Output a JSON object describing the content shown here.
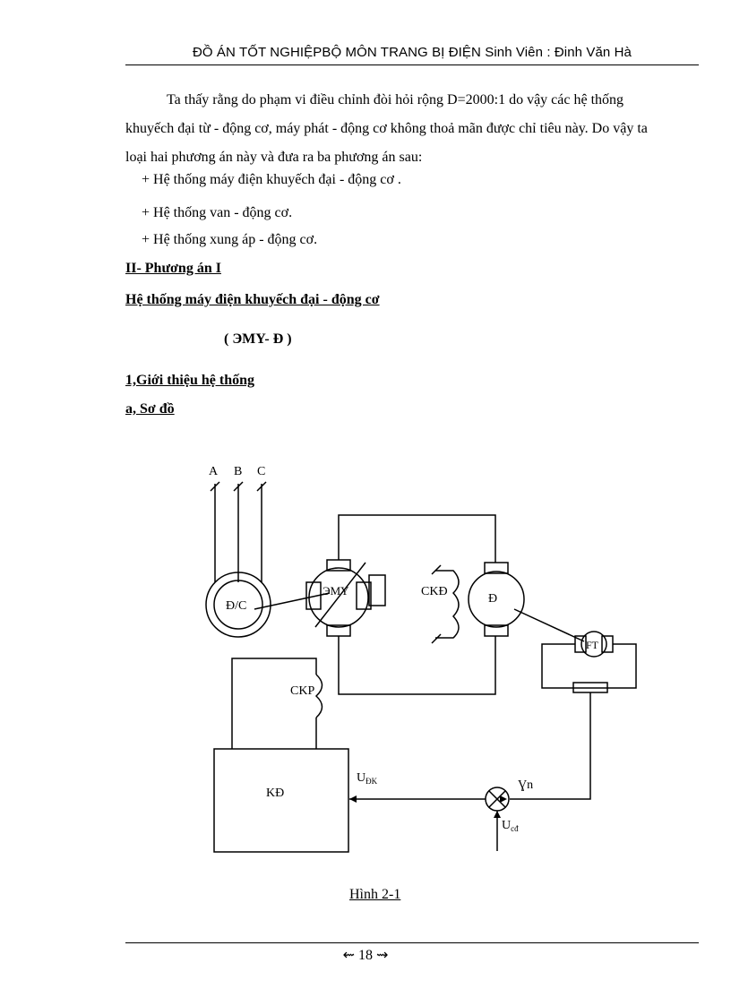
{
  "header": {
    "title": "ĐỒ ÁN TỐT NGHIỆPBỘ MÔN TRANG BỊ ĐIỆN Sinh Viên  : Đinh Văn Hà"
  },
  "content": {
    "paragraph1": "Ta thấy rằng do phạm vi điều chỉnh đòi hỏi rộng D=2000:1  do vậy các hệ thống khuyếch đại từ - động cơ, máy phát - động cơ không thoả mãn được chỉ tiêu này. Do vậy ta loại hai phương án này và đưa ra ba phương án sau:",
    "bullets": [
      "+ Hệ thống máy điện khuyếch đại - động cơ .",
      "+ Hệ thống van - động cơ.",
      "+ Hệ thống xung áp - động cơ."
    ],
    "section_heading": "II- Phương án I",
    "section_title": "Hệ thống máy điện khuyếch đại - động cơ",
    "section_subtitle": "( ЭMY- Đ )",
    "sub_heading_1": "1,Giới thiệu hệ thống",
    "sub_heading_a": "a, Sơ đồ"
  },
  "diagram": {
    "phase_a": "A",
    "phase_b": "B",
    "phase_c": "C",
    "motor_dc_label": "Đ/C",
    "amplifier_label": "ЭMY",
    "ckd_label": "CKĐ",
    "motor_label": "Đ",
    "tacho_label": "FT",
    "ckp_label": "CKP",
    "kd_label": "KĐ",
    "udk_main": "U",
    "udk_sub": "ĐK",
    "yn_label": "Ɣn",
    "ucd_main": "U",
    "ucd_sub": "cđ"
  },
  "figure": {
    "caption": "Hình 2-1"
  },
  "footer": {
    "page": "⇜ 18 ⇝"
  }
}
